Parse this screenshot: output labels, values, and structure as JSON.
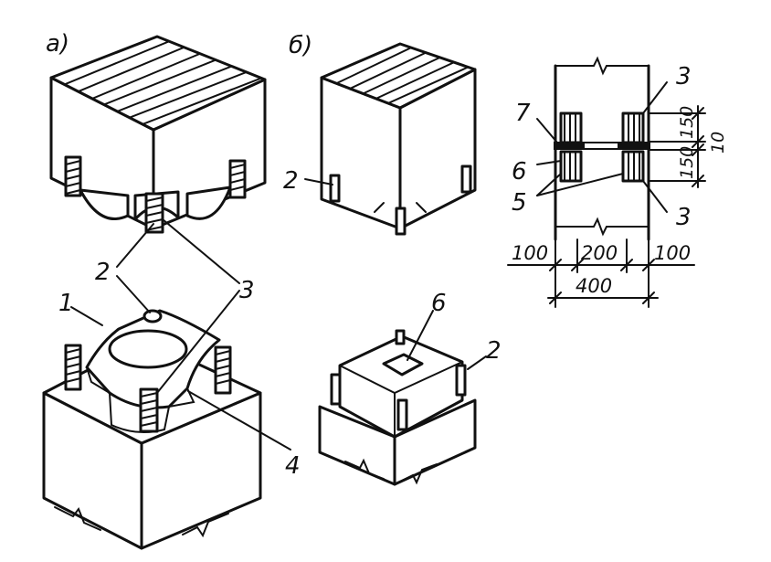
{
  "panels": {
    "a": "а)",
    "b": "б)"
  },
  "callouts": {
    "n1": "1",
    "n2_left": "2",
    "n3_left": "3",
    "n4": "4",
    "n2_b_top": "2",
    "n2_b_bottom": "2",
    "n6_b": "6"
  },
  "section": {
    "n3_top": "3",
    "n7": "7",
    "n6": "6",
    "n5": "5",
    "n3_bottom": "3",
    "dim_150_top": "150",
    "dim_150_bottom": "150",
    "dim_10": "10",
    "dim_100_left": "100",
    "dim_200": "200",
    "dim_100_right": "100",
    "dim_400": "400"
  }
}
